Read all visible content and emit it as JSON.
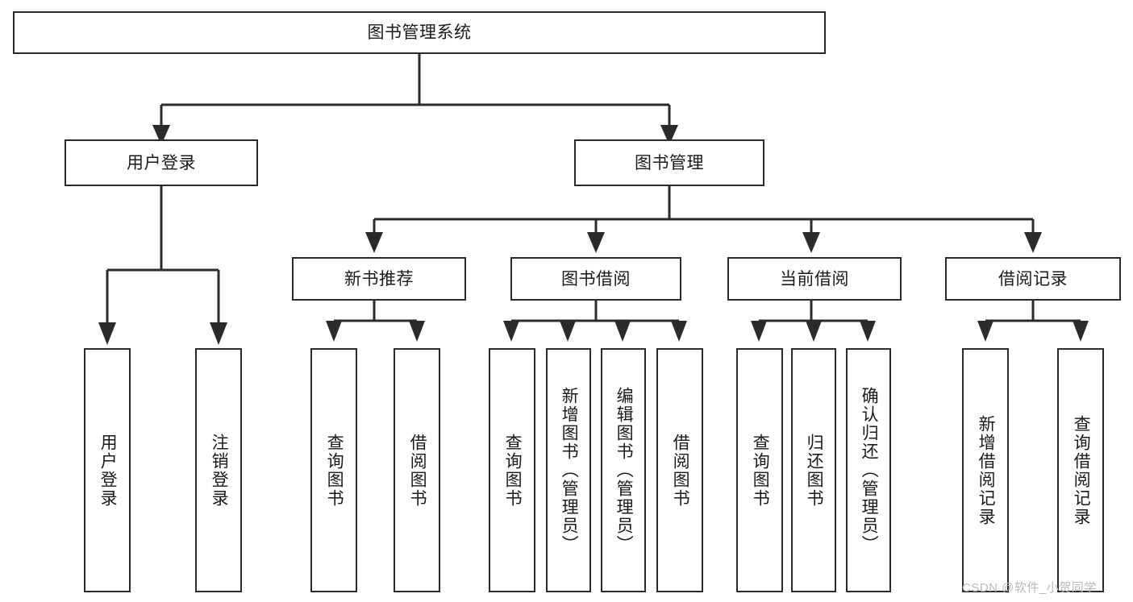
{
  "diagram": {
    "title": "图书管理系统",
    "type": "hierarchy-tree",
    "orientation": "top-down",
    "colors": {
      "box_border": "#2b2b2b",
      "box_fill": "#ffffff",
      "connector": "#2b2b2b",
      "text": "#1a1a1a",
      "watermark": "#b9b9b9",
      "background": "#ffffff"
    },
    "root": {
      "label": "图书管理系统"
    },
    "level2": [
      {
        "id": "user-login",
        "label": "用户登录"
      },
      {
        "id": "book-management",
        "label": "图书管理"
      }
    ],
    "level3": [
      {
        "id": "new-book-recommend",
        "label": "新书推荐"
      },
      {
        "id": "book-borrow",
        "label": "图书借阅"
      },
      {
        "id": "current-borrow",
        "label": "当前借阅"
      },
      {
        "id": "borrow-record",
        "label": "借阅记录"
      }
    ],
    "leaves": {
      "user-login": [
        {
          "id": "user-login-leaf",
          "label": "用户登录"
        },
        {
          "id": "logout-leaf",
          "label": "注销登录"
        }
      ],
      "new-book-recommend": [
        {
          "id": "query-book-1",
          "label": "查询图书"
        },
        {
          "id": "borrow-book-1",
          "label": "借阅图书"
        }
      ],
      "book-borrow": [
        {
          "id": "query-book-2",
          "label": "查询图书"
        },
        {
          "id": "add-book",
          "label": "新增图书（管理员）"
        },
        {
          "id": "edit-book",
          "label": "编辑图书（管理员）"
        },
        {
          "id": "borrow-book-2",
          "label": "借阅图书"
        }
      ],
      "current-borrow": [
        {
          "id": "query-book-3",
          "label": "查询图书"
        },
        {
          "id": "return-book",
          "label": "归还图书"
        },
        {
          "id": "confirm-return",
          "label": "确认归还（管理员）"
        }
      ],
      "borrow-record": [
        {
          "id": "add-record",
          "label": "新增借阅记录"
        },
        {
          "id": "query-record",
          "label": "查询借阅记录"
        }
      ]
    },
    "watermark": "CSDN @软件_小贺同学"
  }
}
